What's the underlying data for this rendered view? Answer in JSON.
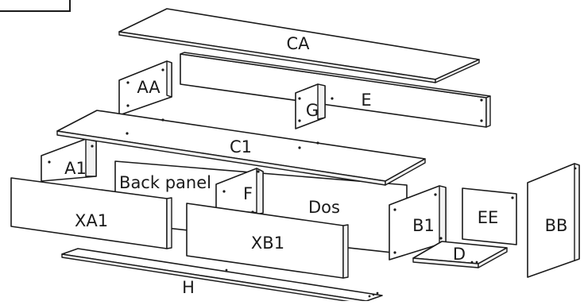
{
  "diagram": {
    "parts": {
      "ca": "CA",
      "aa": "AA",
      "e": "E",
      "g": "G",
      "c1": "C1",
      "a1": "A1",
      "back_panel": "Back panel",
      "f": "F",
      "dos": "Dos",
      "xa1": "XA1",
      "xb1": "XB1",
      "b1": "B1",
      "ee": "EE",
      "d": "D",
      "bb": "BB",
      "h": "H"
    }
  },
  "colors": {
    "line": "#1a1a1a",
    "panel_fill": "#ffffff"
  }
}
